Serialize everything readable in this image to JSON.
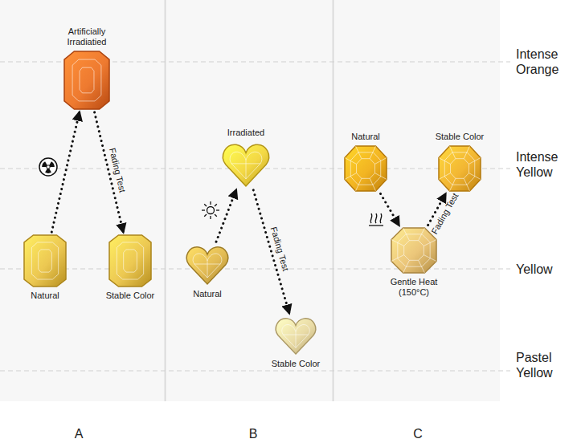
{
  "diagram": {
    "nodes": [
      {
        "text": [
          "Artificially Irradiatied"
        ]
      },
      {
        "text": [
          "Natural"
        ]
      },
      {
        "text": [
          "Stable Color"
        ]
      },
      {
        "text": [
          "Irradiated"
        ]
      },
      {
        "text": [
          "Natural"
        ]
      },
      {
        "text": [
          "Stable Color"
        ]
      },
      {
        "text": [
          "Natural"
        ]
      },
      {
        "text": [
          "Stable Color"
        ]
      },
      {
        "text": [
          "Gentle Heat (150°C)"
        ]
      }
    ],
    "edges": [
      {
        "from": 1,
        "to": 0,
        "arrow": "to"
      },
      {
        "from": 0,
        "to": 2,
        "arrow": "to",
        "label": "Fading Test"
      },
      {
        "from": 4,
        "to": 3,
        "arrow": "to"
      },
      {
        "from": 3,
        "to": 5,
        "arrow": "to",
        "label": "Fading Test"
      },
      {
        "from": 6,
        "to": 8,
        "arrow": "to"
      },
      {
        "from": 8,
        "to": 7,
        "arrow": "to",
        "label": "Fading Test"
      }
    ],
    "labels": [
      "Intense Orange",
      "Intense Yellow",
      "Yellow",
      "Pastel Yellow",
      "A",
      "B",
      "C"
    ]
  }
}
